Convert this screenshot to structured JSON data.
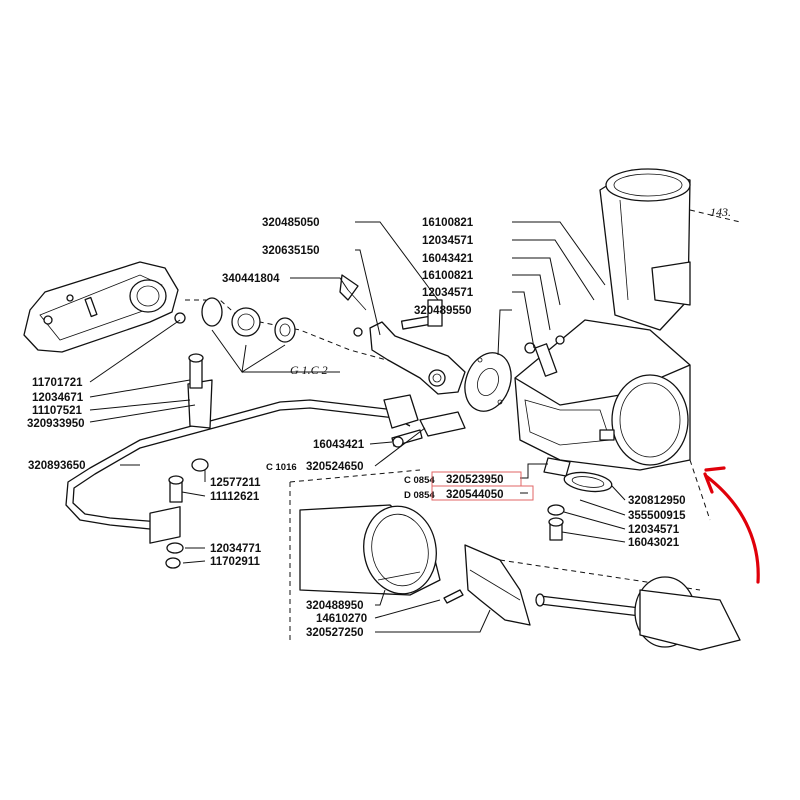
{
  "diagram": {
    "labels": {
      "p320485050": "320485050",
      "p320635150": "320635150",
      "p340441804": "340441804",
      "p16100821a": "16100821",
      "p12034571a": "12034571",
      "p16043421a": "16043421",
      "p16100821b": "16100821",
      "p12034571b": "12034571",
      "p320489550": "320489550",
      "p11701721": "11701721",
      "p12034671": "12034671",
      "p11107521": "11107521",
      "p320933950": "320933950",
      "p16043421b": "16043421",
      "p320893650": "320893650",
      "p320524650": "320524650",
      "p12577211": "12577211",
      "p11112621": "11112621",
      "p12034771": "12034771",
      "p11702911": "11702911",
      "p320523950": "320523950",
      "p320544050": "320544050",
      "p320812950": "320812950",
      "p355500915": "355500915",
      "p12034571c": "12034571",
      "p16043021": "16043021",
      "p320488950": "320488950",
      "p14610270": "14610270",
      "p320527250": "320527250"
    },
    "codes": {
      "c1016": "C 1016",
      "c0854": "C 0854",
      "d0854": "D 0854"
    },
    "group_ref": "G 1.C 2",
    "page_ref": "143.",
    "colors": {
      "highlight_box": "#e06666",
      "arrow": "#e0000a",
      "ink": "#111111"
    }
  }
}
